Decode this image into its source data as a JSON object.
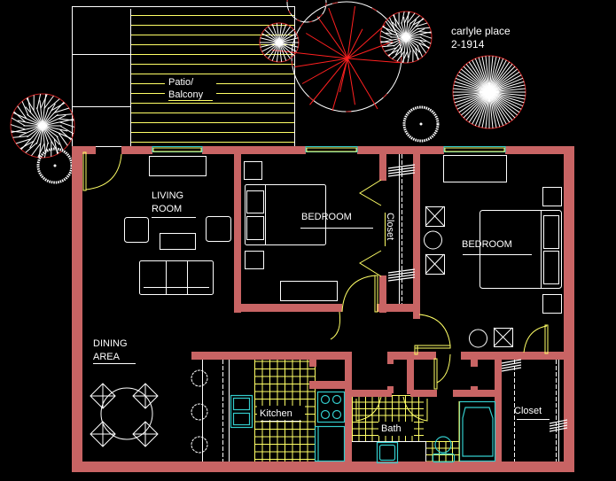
{
  "drawing": {
    "title": "carlyle place",
    "subtitle": "2-1914",
    "background": "#000000",
    "colors": {
      "walls": "#c86464",
      "furniture": "#ffffff",
      "doors_and_tile": "#ffff66",
      "fixtures": "#33cccc",
      "tree_outline": "#cc2222",
      "tree_red_lines": "#ff2020"
    }
  },
  "rooms": {
    "patio": {
      "line1": "Patio/",
      "line2": "Balcony"
    },
    "living": {
      "line1": "LIVING",
      "line2": "ROOM"
    },
    "bedroom1": {
      "label": "BEDROOM"
    },
    "closet1": {
      "label": "Closet"
    },
    "bedroom2": {
      "label": "BEDROOM"
    },
    "dining": {
      "line1": "DINING",
      "line2": "AREA"
    },
    "kitchen": {
      "label": "Kitchen"
    },
    "bath": {
      "label": "Bath"
    },
    "closet2": {
      "label": "Closet"
    }
  }
}
